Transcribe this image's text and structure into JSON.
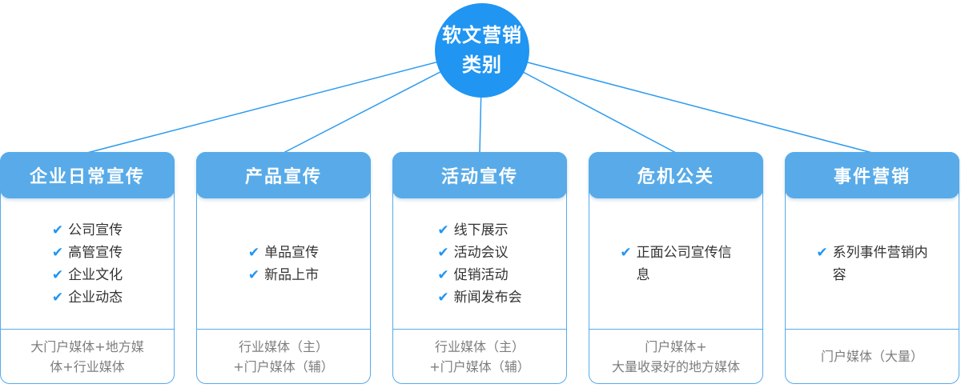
{
  "colors": {
    "accent_circle": "#2095f2",
    "card_header": "#58abe8",
    "card_border": "#55abec",
    "connector_line": "#2d9bf0",
    "check_mark": "#2095f2",
    "item_text": "#333333",
    "footer_text": "#7d7d7d"
  },
  "icons": {
    "check": "✔"
  },
  "root_node": {
    "label": "软文营销\n类别"
  },
  "cards": [
    {
      "title": "企业日常宣传",
      "items": [
        "公司宣传",
        "高管宣传",
        "企业文化",
        "企业动态"
      ],
      "footer": "大门户媒体+地方媒\n体+行业媒体"
    },
    {
      "title": "产品宣传",
      "items": [
        "单品宣传",
        "新品上市"
      ],
      "footer": "行业媒体（主）\n+门户媒体（辅）"
    },
    {
      "title": "活动宣传",
      "items": [
        "线下展示",
        "活动会议",
        "促销活动",
        "新闻发布会"
      ],
      "footer": "行业媒体（主）\n+门户媒体（辅）"
    },
    {
      "title": "危机公关",
      "items": [
        "正面公司宣传信\n息"
      ],
      "footer": "门户媒体+\n大量收录好的地方媒体"
    },
    {
      "title": "事件营销",
      "items": [
        "系列事件营销内\n容"
      ],
      "footer": "门户媒体（大量）"
    }
  ]
}
